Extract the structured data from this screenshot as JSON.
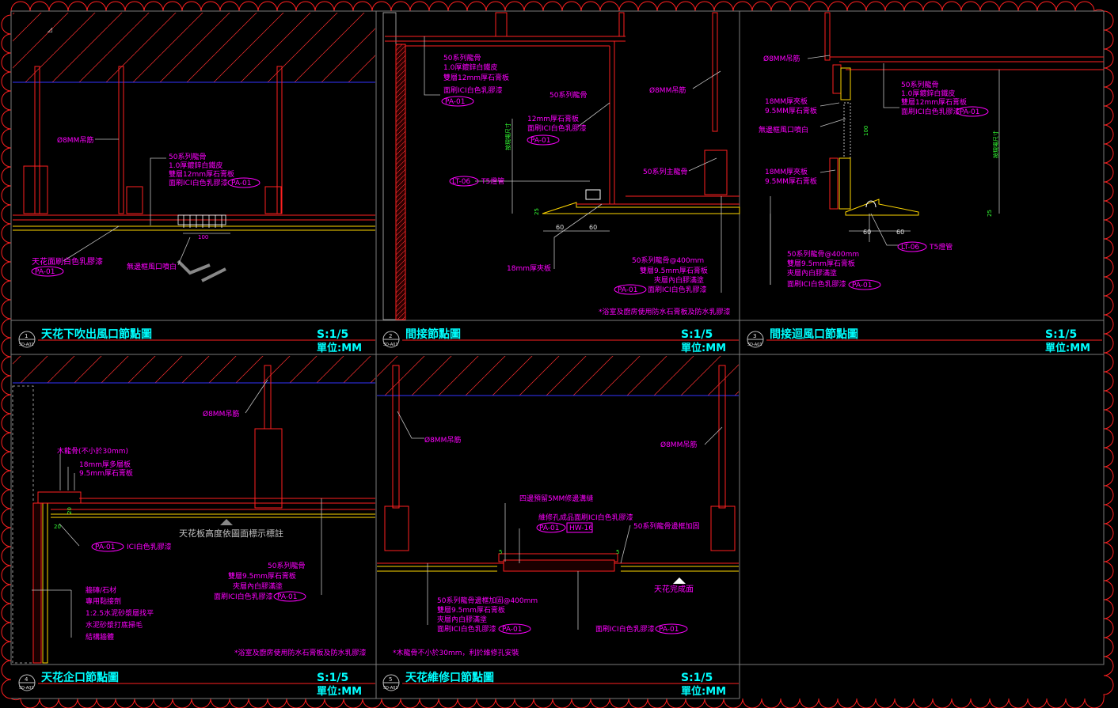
{
  "drawing": {
    "panels": [
      {
        "id": "p1",
        "number": "1",
        "sheet": "SD-A01",
        "title": "天花下吹出風口節點圖",
        "scale": "S:1/5",
        "unit": "單位:MM",
        "labels": {
          "rod": "Ø8MM吊筋",
          "l1": "50系列龍骨",
          "l2": "1.0厚鍍鋅白鐵皮",
          "l3": "雙層12mm厚石膏板",
          "l4": "面刷ICI白色乳膠漆",
          "tag1": "PA-01",
          "dim": "100",
          "ceiling": "天花面刷白色乳膠漆",
          "tag2": "PA-01",
          "vent": "無邊框風口噴白"
        }
      },
      {
        "id": "p2",
        "number": "2",
        "sheet": "SD-A01",
        "title": "間接節點圖",
        "scale": "S:1/5",
        "unit": "單位:MM",
        "labels": {
          "a1": "50系列龍骨",
          "a2": "1.0厚鍍鋅白鐵皮",
          "a3": "雙層12mm厚石膏板",
          "a4": "面刷ICI白色乳膠漆",
          "tagA": "PA-01",
          "b1": "50系列龍骨",
          "c1": "12mm厚石膏板",
          "c2": "面刷ICI白色乳膠漆",
          "tagC": "PA-01",
          "rod": "Ø8MM吊筋",
          "main": "50系列主龍骨",
          "lt": "LT-06",
          "t5": "T5燈管",
          "dimV": "按現場尺寸",
          "d60a": "60",
          "d60b": "60",
          "d25": "25",
          "ply": "18mm厚夾板",
          "e1": "50系列龍骨@400mm",
          "e2": "雙層9.5mm厚石膏板",
          "e3": "夾層內白膠滿塗",
          "e4": "面刷ICI白色乳膠漆",
          "tagE": "PA-01",
          "note": "*浴室及廚房使用防水石膏板及防水乳膠漆"
        }
      },
      {
        "id": "p3",
        "number": "3",
        "sheet": "SD-A01",
        "title": "間接迴風口節點圖",
        "scale": "S:1/5",
        "unit": "單位:MM",
        "labels": {
          "rod": "Ø8MM吊筋",
          "a1": "50系列龍骨",
          "a2": "1.0厚鍍鋅白鐵皮",
          "a3": "雙層12mm厚石膏板",
          "a4": "面刷ICI白色乳膠漆",
          "tagA": "PA-01",
          "b1": "18MM厚夾板",
          "b2": "9.5MM厚石膏板",
          "vent": "無邊框風口噴白",
          "c1": "18MM厚夾板",
          "c2": "9.5MM厚石膏板",
          "d100": "100",
          "dimV": "按現場尺寸",
          "d25": "25",
          "d60a": "60",
          "d60b": "60",
          "lt": "LT-06",
          "t5": "T5燈管",
          "e1": "50系列龍骨@400mm",
          "e2": "雙層9.5mm厚石膏板",
          "e3": "夾層內白膠滿塗",
          "e4": "面刷ICI白色乳膠漆",
          "tagE": "PA-01"
        }
      },
      {
        "id": "p4",
        "number": "4",
        "sheet": "SD-A01",
        "title": "天花企口節點圖",
        "scale": "S:1/5",
        "unit": "單位:MM",
        "labels": {
          "rod": "Ø8MM吊筋",
          "a1": "木龍骨(不小於30mm)",
          "a2": "18mm厚多層板",
          "a3": "9.5mm厚石膏板",
          "d20a": "20",
          "d20b": "20",
          "tagB": "PA-01",
          "b1": "ICI白色乳膠漆",
          "level": "天花板高度依圖面標示標註",
          "c1": "50系列龍骨",
          "c2": "雙層9.5mm厚石膏板",
          "c3": "夾層內白膠滿塗",
          "c4": "面刷ICI白色乳膠漆",
          "tagC": "PA-01",
          "w1": "牆磚/石材",
          "w2": "專用黏接劑",
          "w3": "1:2.5水泥砂漿層找平",
          "w4": "水泥砂漿打底掃毛",
          "w5": "結構牆體",
          "note": "*浴室及廚房使用防水石膏板及防水乳膠漆"
        }
      },
      {
        "id": "p5",
        "number": "5",
        "sheet": "SD-A01",
        "title": "天花維修口節點圖",
        "scale": "S:1/5",
        "unit": "單位:MM",
        "labels": {
          "rodL": "Ø8MM吊筋",
          "rodR": "Ø8MM吊筋",
          "a1": "四邊預留5MM修邊溝縫",
          "b1": "維修孔成品面刷ICI白色乳膠漆",
          "tagB1": "PA-01",
          "tagB2": "HW-16",
          "c1": "50系列龍骨邊框加固",
          "d5": "5",
          "d5b": "5",
          "level": "天花完成面",
          "e1": "50系列龍骨邊框加固@400mm",
          "e2": "雙層9.5mm厚石膏板",
          "e3": "夾層內白膠滿塗",
          "e4": "面刷ICI白色乳膠漆",
          "tagE": "PA-01",
          "f1": "面刷ICI白色乳膠漆",
          "tagF": "PA-01",
          "note": "*木龍骨不小於30mm，利於維修孔安裝"
        }
      }
    ]
  }
}
